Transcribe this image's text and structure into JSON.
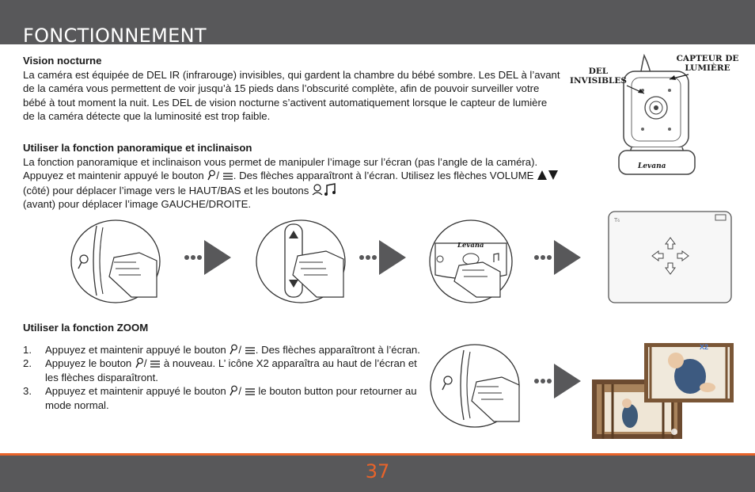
{
  "header": {
    "title": "FONCTIONNEMENT"
  },
  "night_vision": {
    "heading": "Vision nocturne",
    "body": "La caméra est équipée de DEL IR (infrarouge) invisibles, qui gardent la chambre du bébé sombre. Les DEL à l’avant de la caméra vous permettent de voir jusqu’à 15 pieds dans l’obscurité complète, afin de pouvoir surveiller votre bébé à tout moment la nuit. Les DEL de vision nocturne s’activent automatiquement lorsque le capteur de lumière de la caméra détecte que la luminosité est trop faible."
  },
  "camera_labels": {
    "leds": "DEL INVISIBLES",
    "sensor": "CAPTEUR DE LUMIÈRE",
    "brand": "Levana"
  },
  "pan_tilt": {
    "heading": "Utiliser la fonction panoramique et inclinaison",
    "line1": "La fonction panoramique et inclinaison vous permet de manipuler l’image sur l’écran (pas l’angle de la caméra). Appuyez et maintenir appuyé le bouton",
    "line1_end": ". Des flèches apparaîtront à l’écran.",
    "line2": "Utilisez les flèches VOLUME",
    "line2_mid": "(côté) pour déplacer l’image vers le HAUT/BAS et les boutons",
    "line2_end": "(avant) pour déplacer l’image GAUCHE/DROITE."
  },
  "zoom": {
    "heading": "Utiliser la fonction ZOOM",
    "steps": [
      {
        "num": "1.",
        "before": "Appuyez et maintenir appuyé le bouton",
        "after": ". Des flèches apparaîtront à l’écran."
      },
      {
        "num": "2.",
        "before": "Appuyez le bouton",
        "after": "à nouveau. L’ icône X2 apparaîtra au haut de l’écran et les flèches disparaîtront."
      },
      {
        "num": "3.",
        "before": "Appuyez et maintenir appuyé le bouton",
        "after": "le bouton button pour retourner au mode normal."
      }
    ],
    "zoom_badge": "X2"
  },
  "footer": {
    "page_number": "37"
  },
  "colors": {
    "header_bg": "#58585a",
    "accent": "#e8632a"
  }
}
